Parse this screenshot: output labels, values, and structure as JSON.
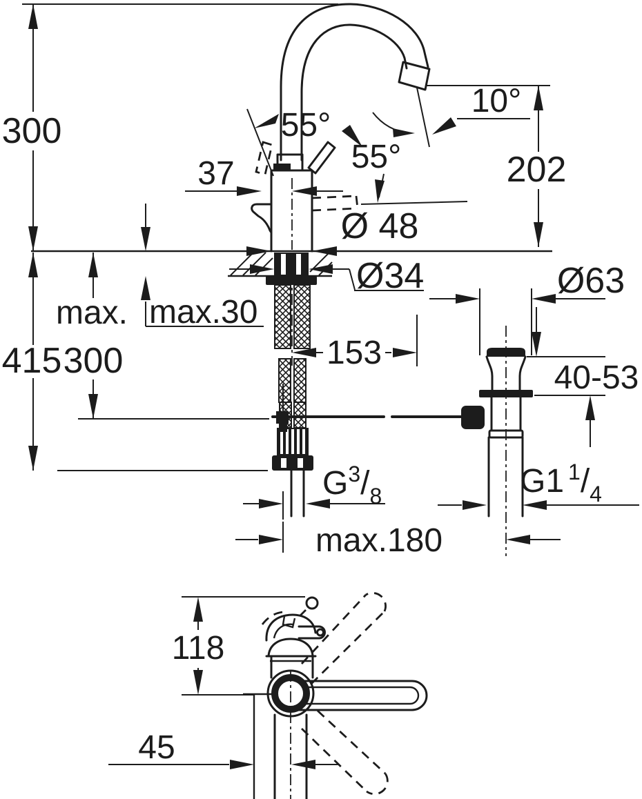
{
  "drawing": {
    "type": "technical-dimension-drawing",
    "subject": "single-lever basin mixer faucet with pop-up waste, front view and top view",
    "ink_color": "#1c1c1c",
    "background_color": "#ffffff",
    "main_view": {
      "spout_height": "300",
      "install_height": "415",
      "hose_prefix": "max.",
      "hose_length": "300",
      "deck_thickness": "max.30",
      "body_offset": "37",
      "lever_angle_left": "55°",
      "lever_angle_right": "55°",
      "outlet_angle": "10°",
      "outlet_height": "202",
      "base_diameter": "Ø 48",
      "shank_diameter": "Ø34",
      "rod_length": "153",
      "waste_diameter": "Ø63",
      "waste_deck_range": "40-53",
      "supply_thread": {
        "base": "G",
        "sup": "3",
        "slash": "/",
        "sub": "8"
      },
      "waste_thread": {
        "base": "G1",
        "sup": "1",
        "slash": "/",
        "sub": "4"
      },
      "hose_projection": "max.180"
    },
    "top_view": {
      "lever_height": "118",
      "lever_offset": "45"
    }
  }
}
